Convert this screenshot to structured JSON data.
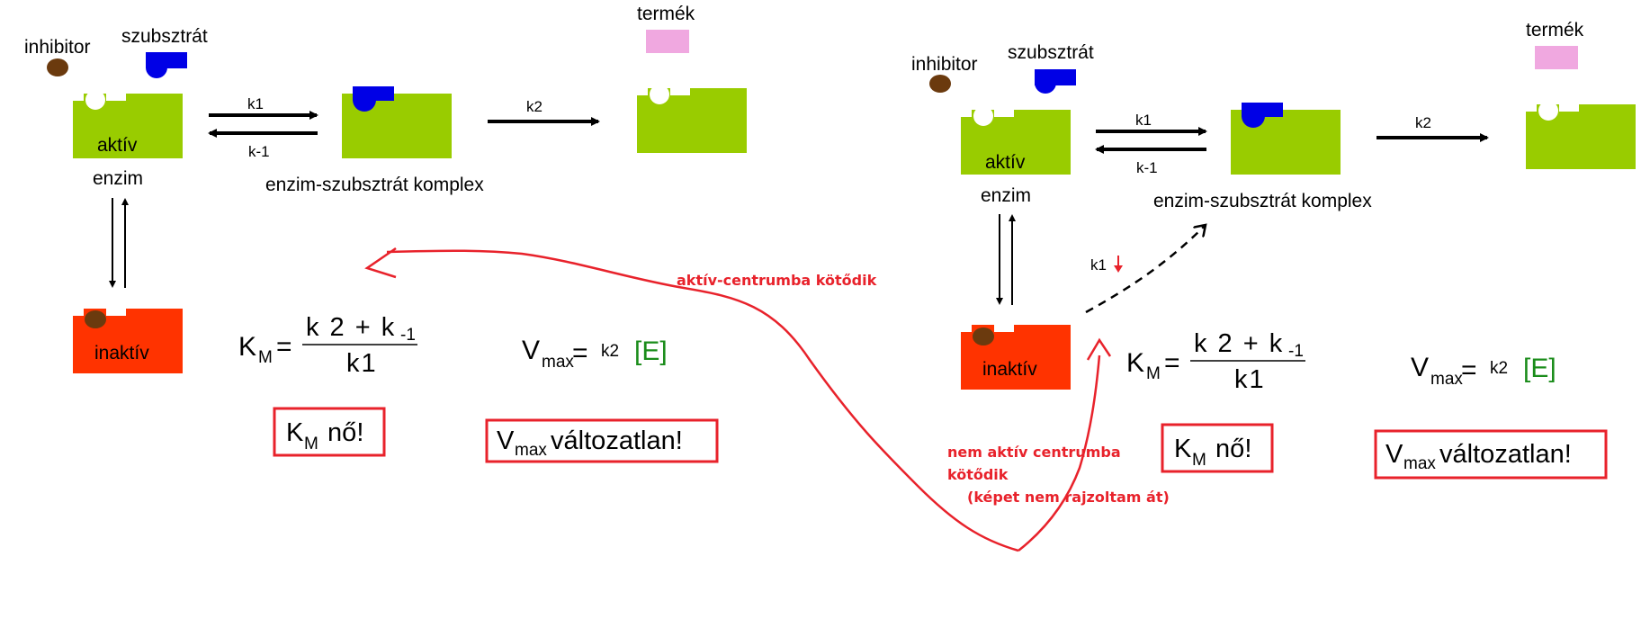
{
  "colors": {
    "enzyme_active": "#99cc00",
    "enzyme_inactive": "#ff3300",
    "substrate": "#0000e6",
    "inhibitor": "#6b3a0e",
    "product": "#f0a8e0",
    "annotation": "#e8222b",
    "E_green": "#1a8c1a"
  },
  "left": {
    "inhibitor_label": "inhibitor",
    "substrate_label": "szubsztrát",
    "product_label": "termék",
    "active_label": "aktív",
    "enzyme_label": "enzim",
    "k1_label": "k1",
    "km1_label": "k-1",
    "k2_label": "k2",
    "complex_label": "enzim-szubsztrát komplex",
    "inactive_label": "inaktív",
    "km_K": "K",
    "km_sub": "M",
    "km_eq": "=",
    "km_num_main": "k 2  +  k",
    "km_num_sub": "-1",
    "km_den": "k1",
    "vmax_V": "V",
    "vmax_sub": "max",
    "vmax_eq": "=",
    "vmax_k2": "k2",
    "vmax_E": "[E]",
    "box1_K": "K",
    "box1_sub": "M",
    "box1_rest": " nő!",
    "box2_V": "V",
    "box2_sub": "max",
    "box2_rest": " változatlan!"
  },
  "right": {
    "inhibitor_label": "inhibitor",
    "substrate_label": "szubsztrát",
    "product_label": "termék",
    "active_label": "aktív",
    "enzyme_label": "enzim",
    "k1_label": "k1",
    "km1_label": "k-1",
    "k2_label": "k2",
    "complex_label": "enzim-szubsztrát komplex",
    "inactive_label": "inaktív",
    "k1_down_label": "k1",
    "km_K": "K",
    "km_sub": "M",
    "km_eq": "=",
    "km_num_main": "k 2  +  k",
    "km_num_sub": "-1",
    "km_den": "k1",
    "vmax_V": "V",
    "vmax_sub": "max",
    "vmax_eq": "=",
    "vmax_k2": "k2",
    "vmax_E": "[E]",
    "box1_K": "K",
    "box1_sub": "M",
    "box1_rest": " nő!",
    "box2_V": "V",
    "box2_sub": "max",
    "box2_rest": " változatlan!"
  },
  "annotations": {
    "active_site": "aktív-centrumba kötődik",
    "non_active_line1": "nem aktív centrumba",
    "non_active_line2": "kötődik",
    "non_active_line3": "(képet nem rajzoltam át)"
  }
}
